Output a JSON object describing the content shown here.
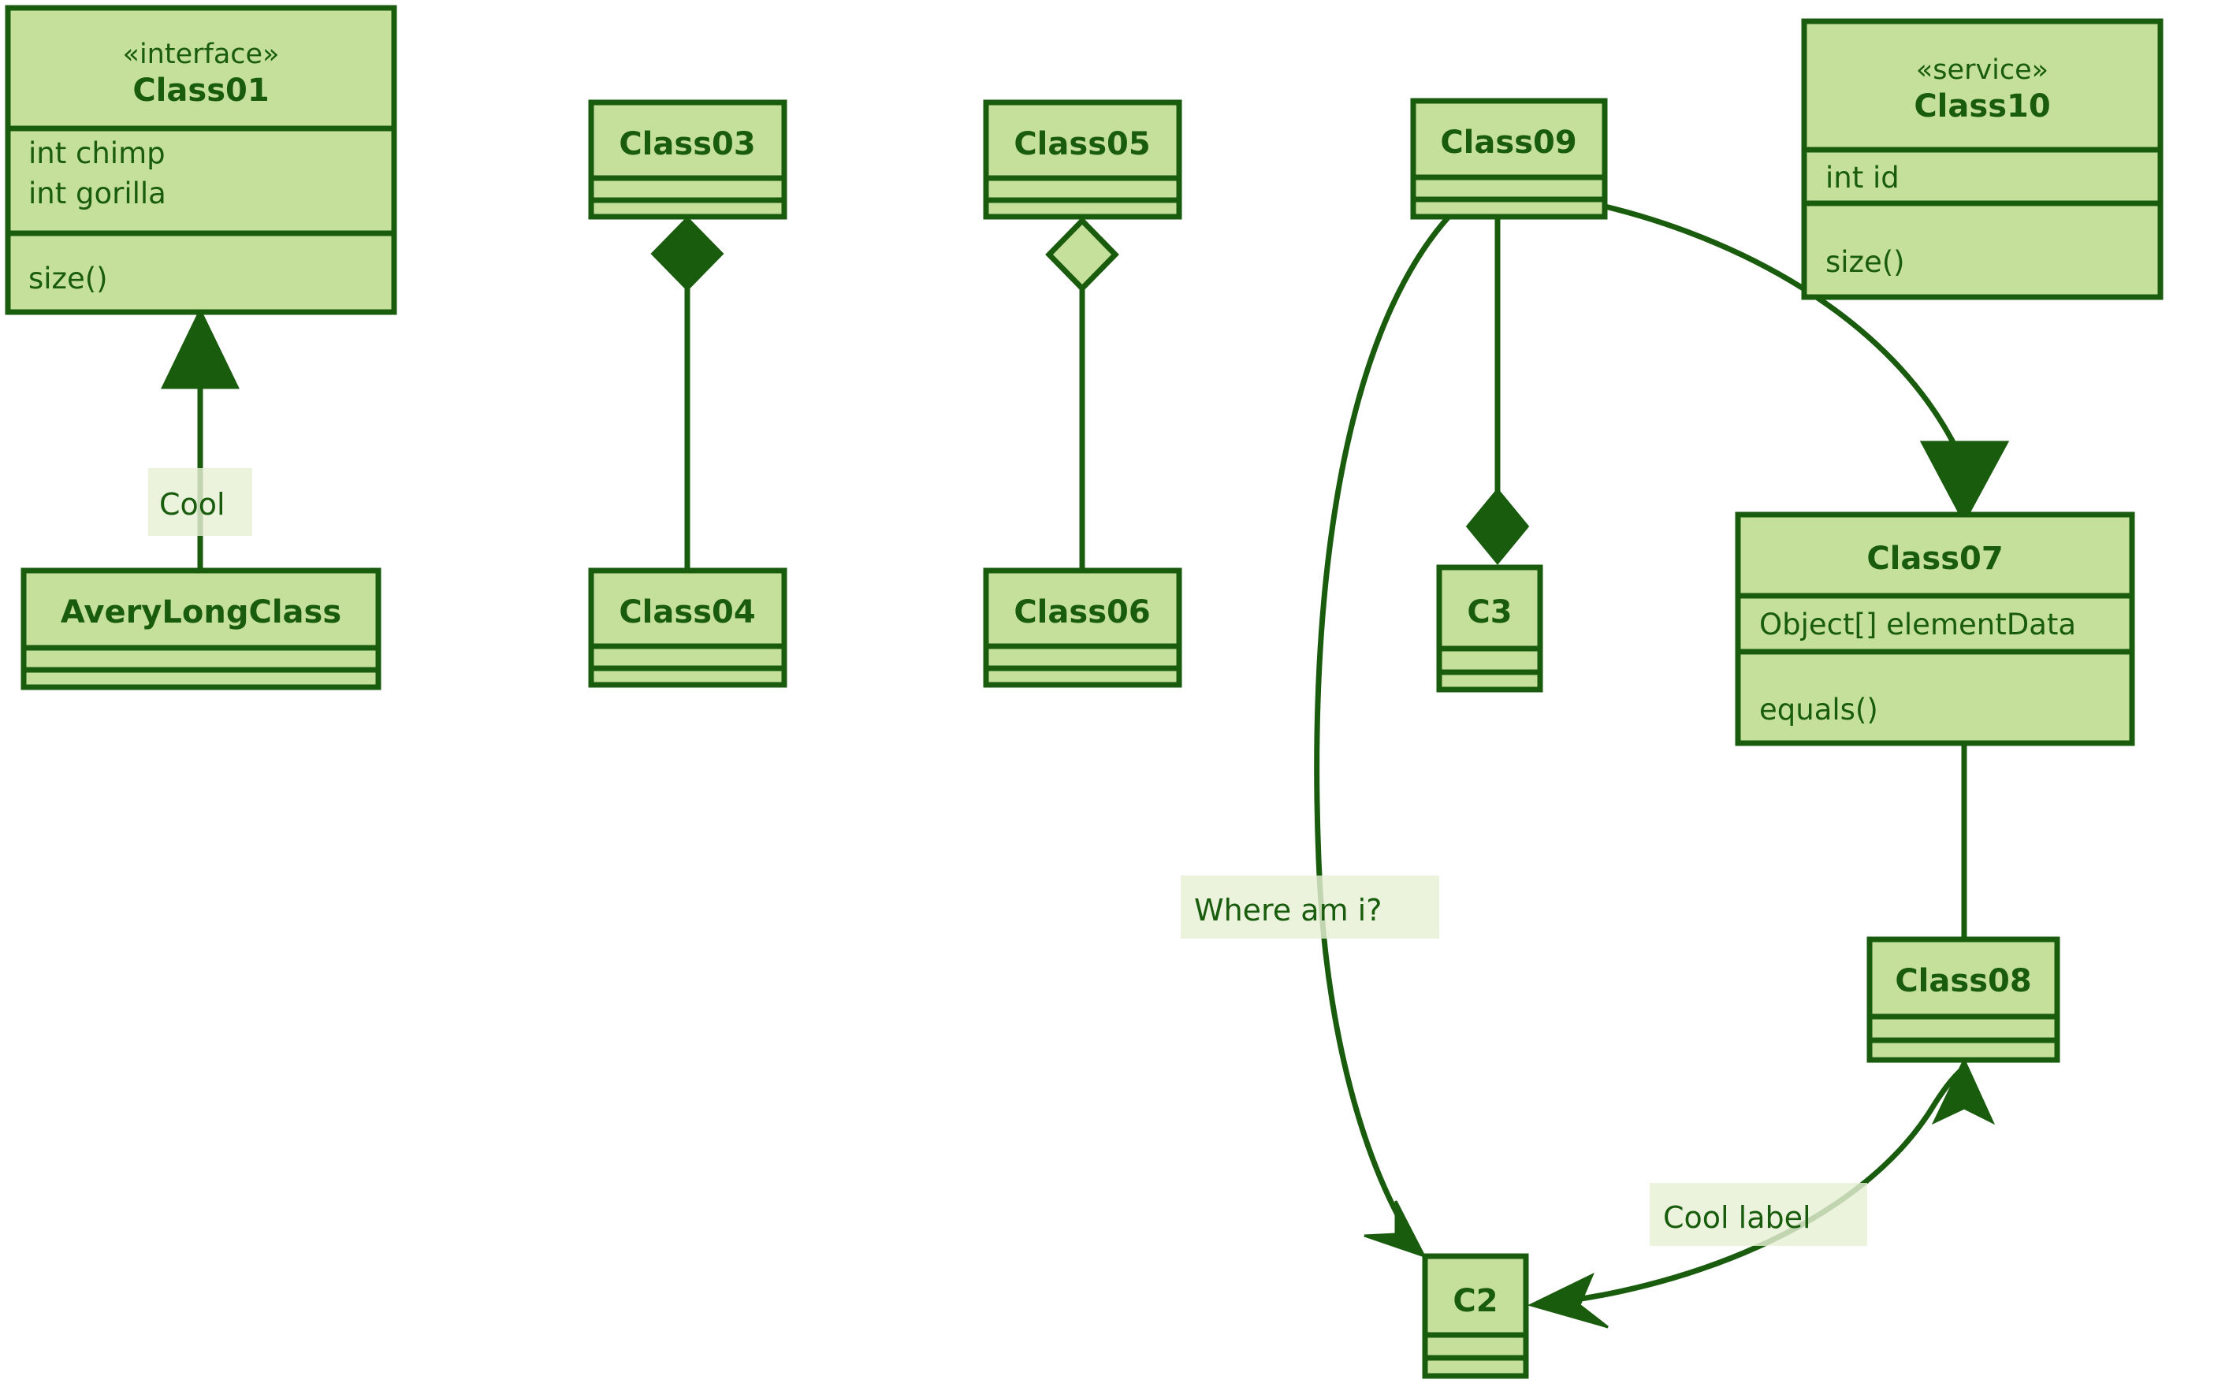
{
  "diagram": {
    "type": "uml-class-diagram",
    "title": "",
    "colors": {
      "box_fill": "#c5e09b",
      "box_stroke": "#195c0d",
      "text": "#195c0d",
      "edge_label_bg": "#e6f0d4",
      "canvas_bg": "#ffffff"
    },
    "classes": [
      {
        "id": "Class01",
        "stereotype": "«interface»",
        "name": "Class01",
        "attributes": [
          "int chimp",
          "int gorilla"
        ],
        "methods": [
          "size()"
        ]
      },
      {
        "id": "AveryLongClass",
        "stereotype": "",
        "name": "AveryLongClass",
        "attributes": [],
        "methods": []
      },
      {
        "id": "Class03",
        "stereotype": "",
        "name": "Class03",
        "attributes": [],
        "methods": []
      },
      {
        "id": "Class04",
        "stereotype": "",
        "name": "Class04",
        "attributes": [],
        "methods": []
      },
      {
        "id": "Class05",
        "stereotype": "",
        "name": "Class05",
        "attributes": [],
        "methods": []
      },
      {
        "id": "Class06",
        "stereotype": "",
        "name": "Class06",
        "attributes": [],
        "methods": []
      },
      {
        "id": "Class09",
        "stereotype": "",
        "name": "Class09",
        "attributes": [],
        "methods": []
      },
      {
        "id": "Class10",
        "stereotype": "«service»",
        "name": "Class10",
        "attributes": [
          "int id"
        ],
        "methods": [
          "size()"
        ]
      },
      {
        "id": "C3",
        "stereotype": "",
        "name": "C3",
        "attributes": [],
        "methods": []
      },
      {
        "id": "Class07",
        "stereotype": "",
        "name": "Class07",
        "attributes": [
          "Object[] elementData"
        ],
        "methods": [
          "equals()"
        ]
      },
      {
        "id": "Class08",
        "stereotype": "",
        "name": "Class08",
        "attributes": [],
        "methods": []
      },
      {
        "id": "C2",
        "stereotype": "",
        "name": "C2",
        "attributes": [],
        "methods": []
      }
    ],
    "relationships": [
      {
        "from": "AveryLongClass",
        "to": "Class01",
        "kind": "inheritance",
        "marker": "filled-triangle",
        "label": "Cool"
      },
      {
        "from": "Class04",
        "to": "Class03",
        "kind": "composition",
        "marker": "filled-diamond",
        "label": ""
      },
      {
        "from": "Class06",
        "to": "Class05",
        "kind": "aggregation",
        "marker": "hollow-diamond",
        "label": ""
      },
      {
        "from": "Class09",
        "to": "C2",
        "kind": "association",
        "marker": "open-arrow",
        "label": "Where am i?"
      },
      {
        "from": "Class09",
        "to": "C3",
        "kind": "composition",
        "marker": "filled-diamond",
        "label": ""
      },
      {
        "from": "Class09",
        "to": "Class07",
        "kind": "inheritance",
        "marker": "filled-triangle",
        "label": ""
      },
      {
        "from": "Class07",
        "to": "Class08",
        "kind": "link",
        "marker": "none",
        "label": ""
      },
      {
        "from": "C2",
        "to": "Class08",
        "kind": "association",
        "marker": "open-arrow",
        "label": "Cool label"
      }
    ],
    "edge_labels": [
      {
        "id": "label-cool",
        "text": "Cool"
      },
      {
        "id": "label-where-am-i",
        "text": "Where am i?"
      },
      {
        "id": "label-cool-label",
        "text": "Cool label"
      }
    ]
  }
}
